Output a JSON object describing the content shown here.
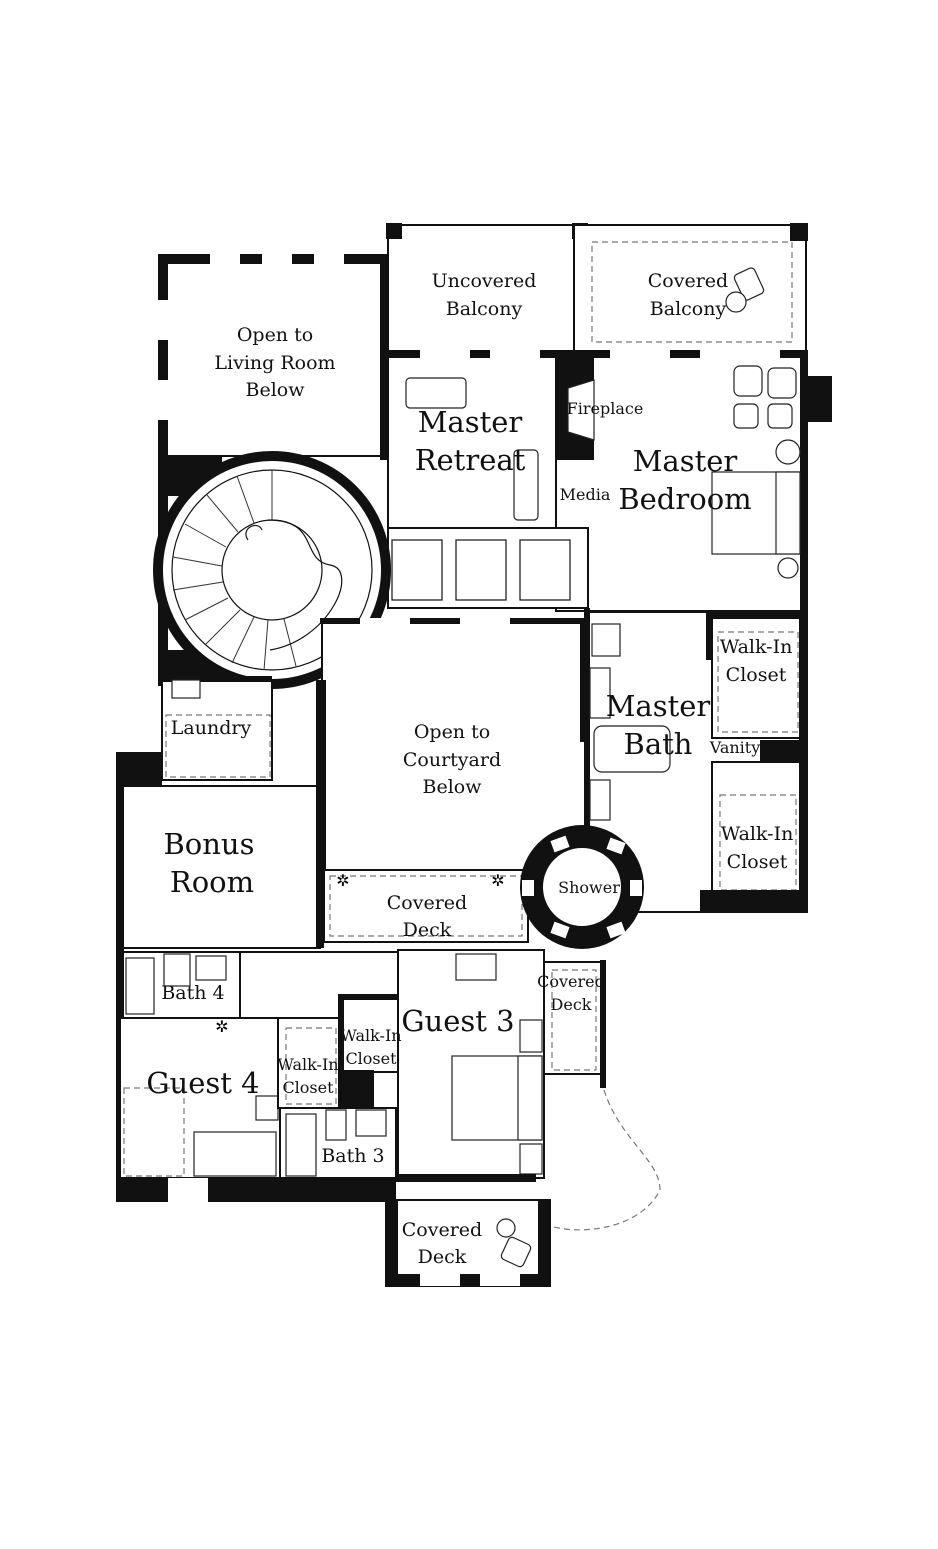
{
  "rooms": {
    "open_living": [
      "Open to",
      "Living Room",
      "Below"
    ],
    "uncovered_balcony": [
      "Uncovered",
      "Balcony"
    ],
    "covered_balcony": [
      "Covered",
      "Balcony"
    ],
    "master_retreat": [
      "Master",
      "Retreat"
    ],
    "fireplace": "Fireplace",
    "media": "Media",
    "master_bedroom": [
      "Master",
      "Bedroom"
    ],
    "walkin_closet_1": [
      "Walk-In",
      "Closet"
    ],
    "master_bath": [
      "Master",
      "Bath"
    ],
    "vanity": "Vanity",
    "walkin_closet_2": [
      "Walk-In",
      "Closet"
    ],
    "shower": "Shower",
    "laundry": "Laundry",
    "open_courtyard": [
      "Open to",
      "Courtyard",
      "Below"
    ],
    "bonus_room": [
      "Bonus",
      "Room"
    ],
    "covered_deck_1": [
      "Covered",
      "Deck"
    ],
    "covered_deck_2": [
      "Covered",
      "Deck"
    ],
    "bath_4": "Bath 4",
    "guest_3": "Guest 3",
    "walkin_closet_3": [
      "Walk-In",
      "Closet"
    ],
    "guest_4": "Guest 4",
    "walkin_closet_4": [
      "Walk-In",
      "Closet"
    ],
    "bath_3": "Bath 3",
    "covered_deck_3": [
      "Covered",
      "Deck"
    ]
  }
}
